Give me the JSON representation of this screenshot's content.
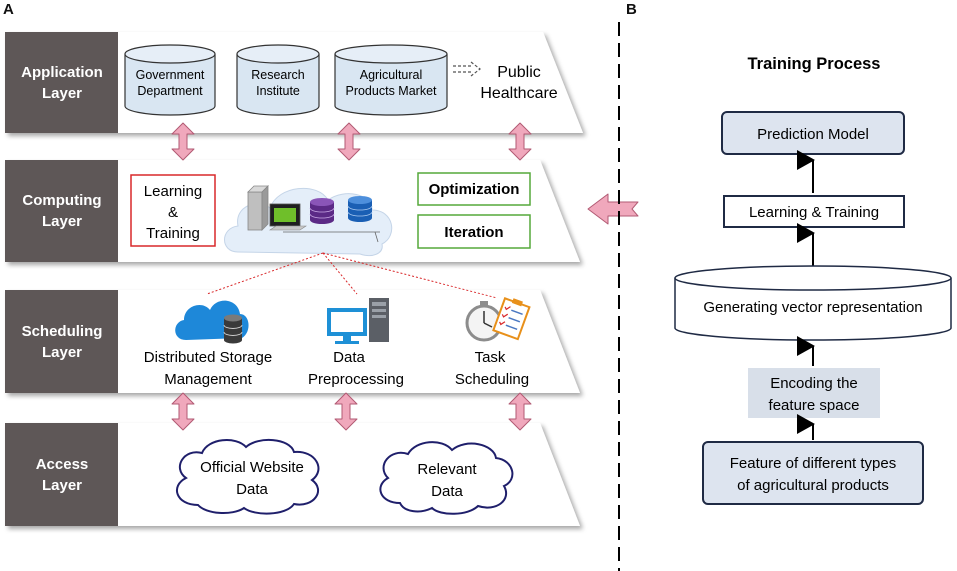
{
  "panels": {
    "a": "A",
    "b": "B"
  },
  "layers": {
    "application": {
      "label": [
        "Application",
        "Layer"
      ],
      "db1": [
        "Government",
        "Department"
      ],
      "db2": [
        "Research",
        "Institute"
      ],
      "db3": [
        "Agricultural",
        "Products Market"
      ],
      "health": [
        "Public",
        "Healthcare"
      ]
    },
    "computing": {
      "label": [
        "Computing",
        "Layer"
      ],
      "learning": [
        "Learning",
        "&",
        "Training"
      ],
      "optimization": "Optimization",
      "iteration": "Iteration"
    },
    "scheduling": {
      "label": [
        "Scheduling",
        "Layer"
      ],
      "storage": [
        "Distributed Storage",
        "Management"
      ],
      "preprocessing": [
        "Data",
        "Preprocessing"
      ],
      "task": [
        "Task",
        "Scheduling"
      ]
    },
    "access": {
      "label": [
        "Access",
        "Layer"
      ],
      "official": [
        "Official Website",
        "Data"
      ],
      "relevant": [
        "Relevant",
        "Data"
      ]
    }
  },
  "training": {
    "title": "Training Process",
    "prediction": "Prediction Model",
    "learning": "Learning & Training",
    "vector": "Generating vector representation",
    "encoding": [
      "Encoding the",
      "feature space"
    ],
    "feature": [
      "Feature of different types",
      "of agricultural products"
    ]
  },
  "colors": {
    "layer_label_bg": "#5e5757",
    "arrow_pink": "#f0a8bc",
    "db_fill": "#d9e6f2",
    "box_fill": "#dde4ef",
    "encoding_fill": "#d8dfe9",
    "red_box": "#d9282a",
    "green_box": "#55a83a"
  }
}
